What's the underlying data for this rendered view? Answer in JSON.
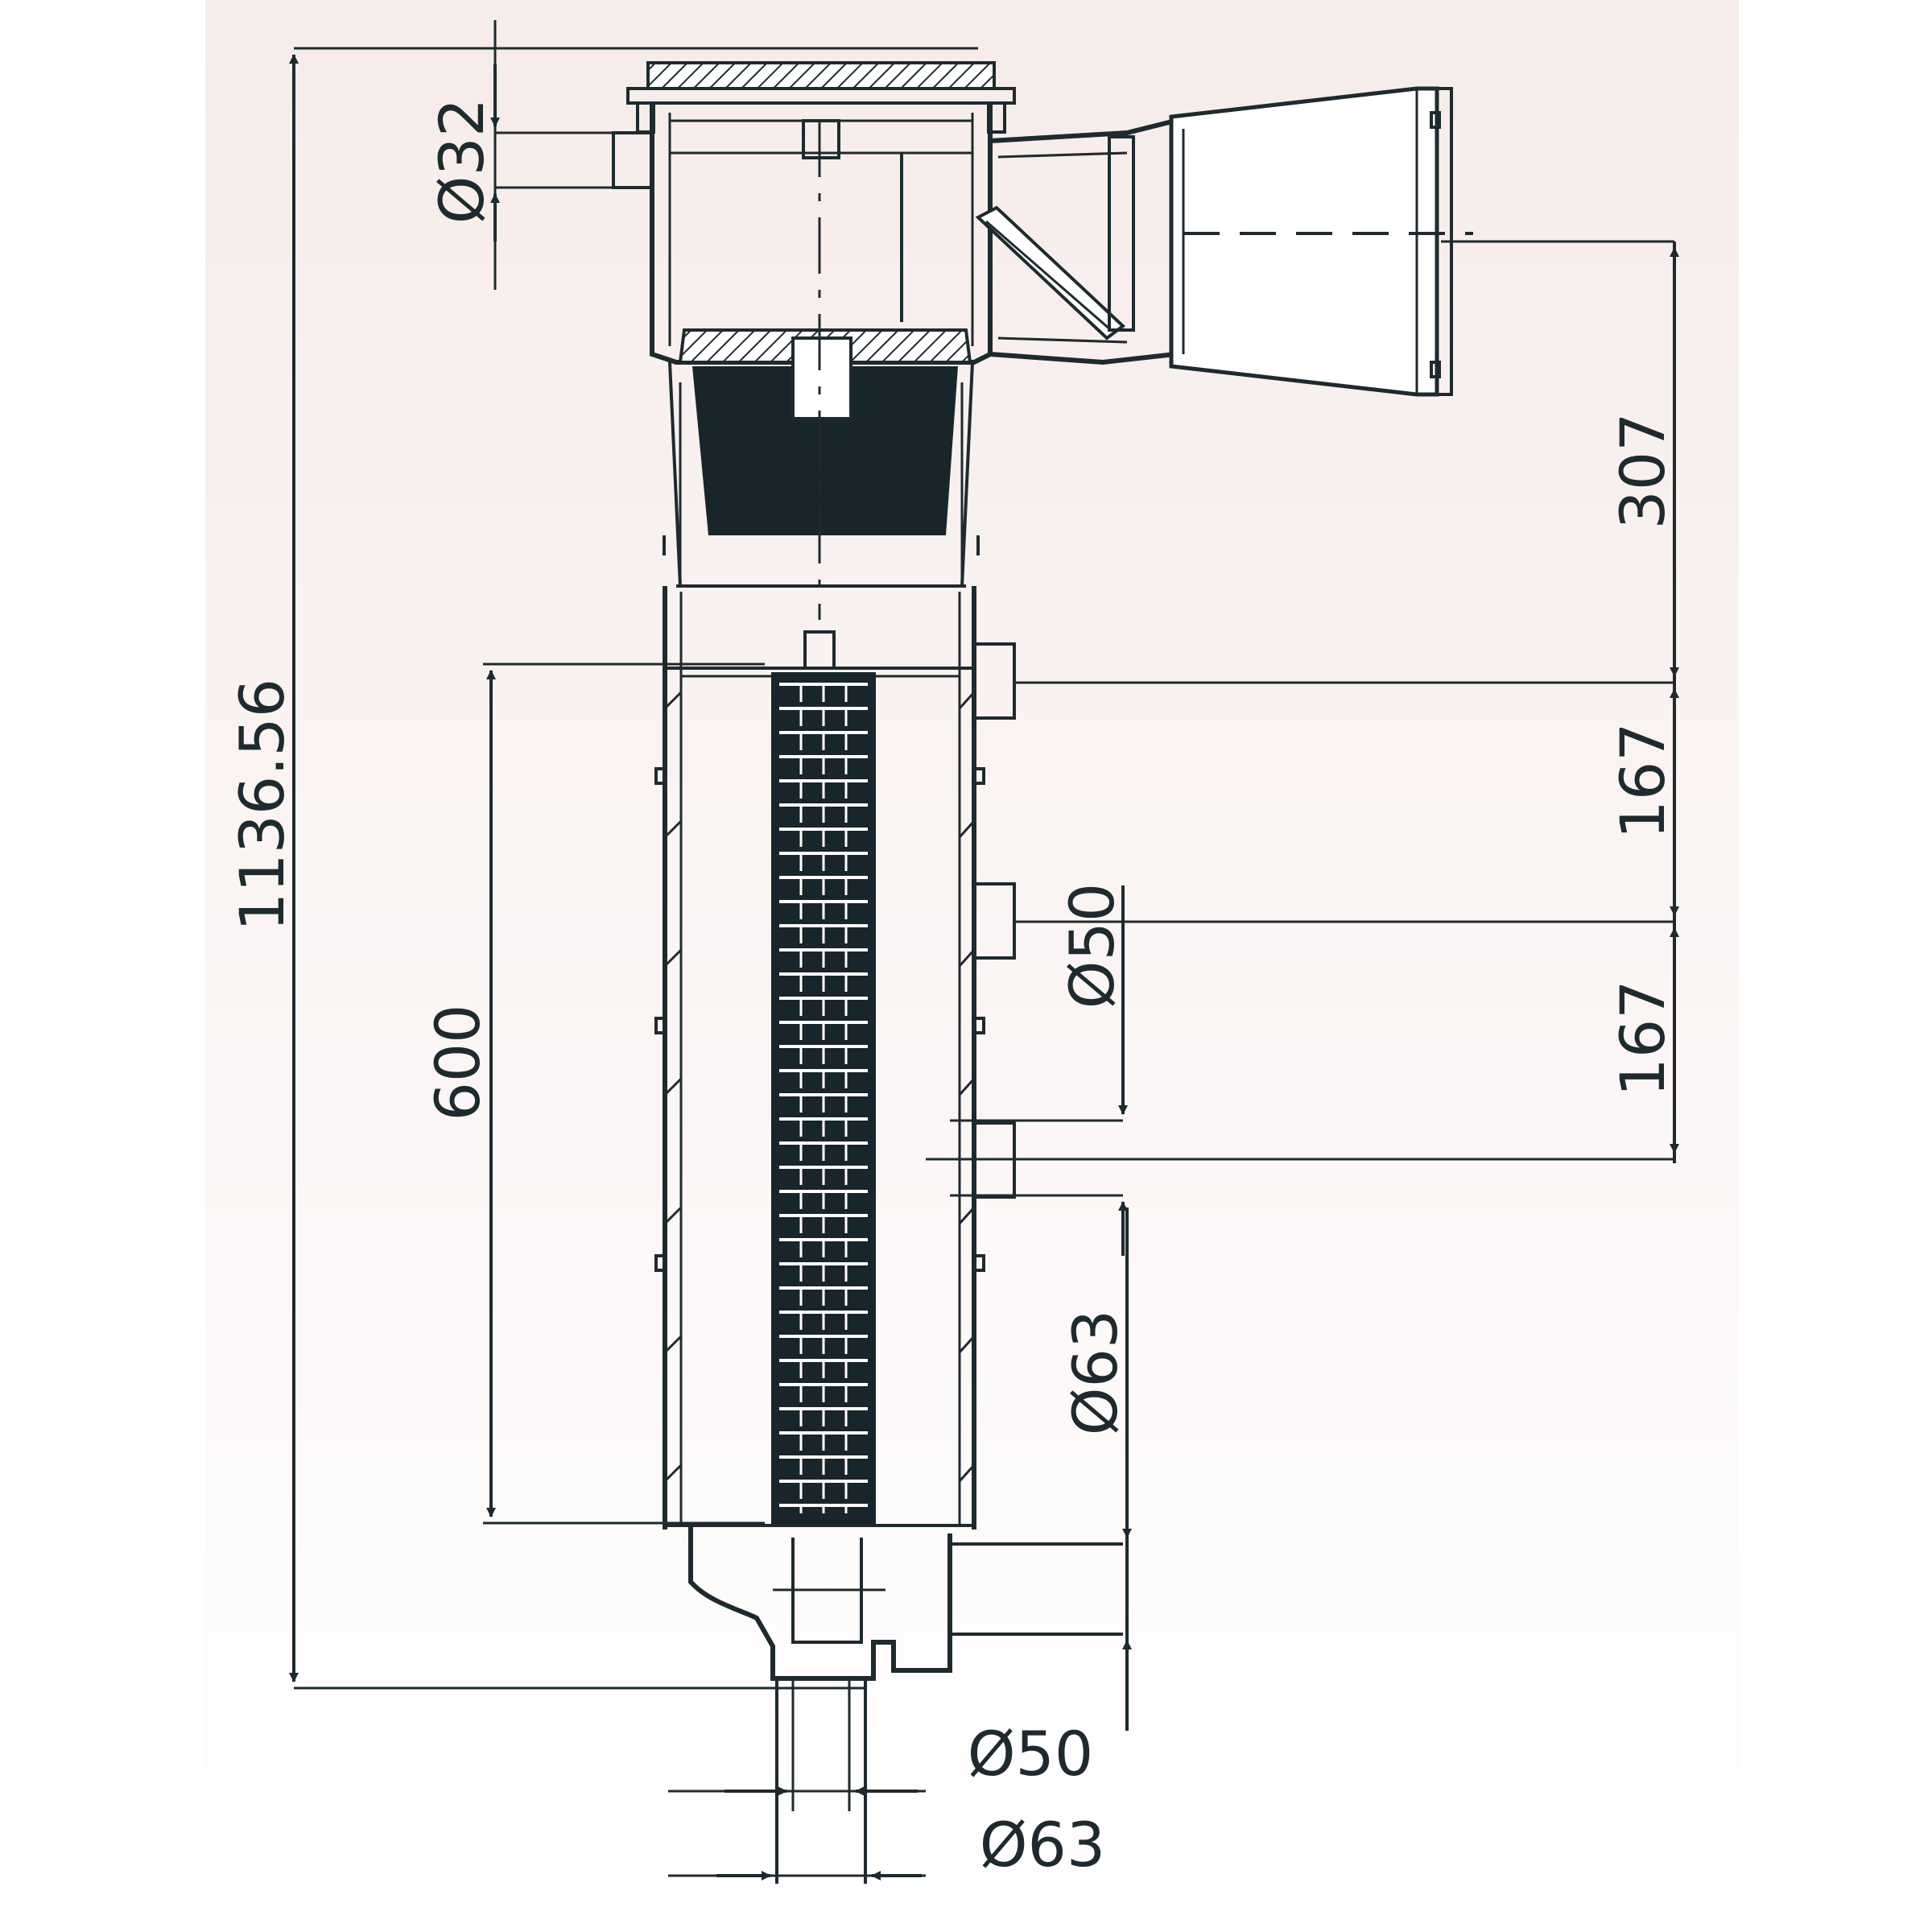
{
  "diagram": {
    "colors": {
      "ink": "#1f2a2e",
      "background_top": "#f6ecea",
      "background_bottom": "#ffffff",
      "fill_dark": "#18252a"
    },
    "dimensions": {
      "total_height": "1136.56",
      "d32": "Ø32",
      "d307": "307",
      "d167a": "167",
      "d167b": "167",
      "d50_side": "Ø50",
      "d600": "600",
      "d63_side": "Ø63",
      "d50_bottom": "Ø50",
      "d63_bottom": "Ø63"
    }
  }
}
